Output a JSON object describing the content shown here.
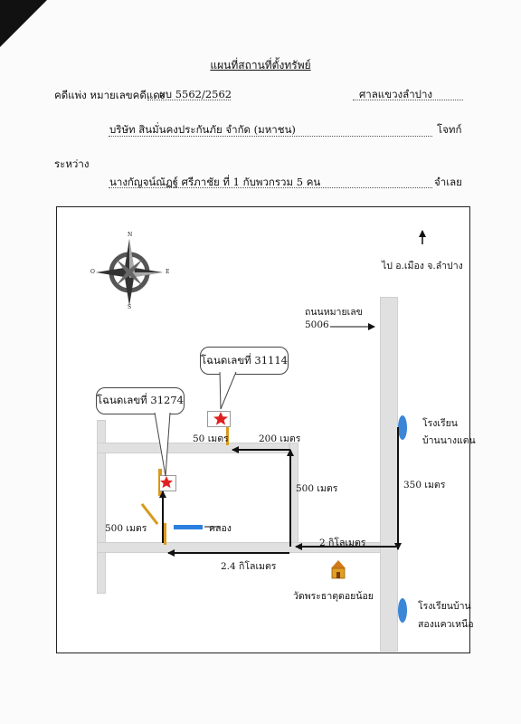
{
  "header": {
    "title": "แผนที่สถานที่ตั้งทรัพย์",
    "case_label": "คดีแพ่ง  หมายเลขคดีแดง",
    "case_number": "ผบ 5562/2562",
    "court": "ศาลแขวงลำปาง",
    "plaintiff": "บริษัท สินมั่นคงประกันภัย จำกัด (มหาชน)",
    "plaintiff_role": "โจทก์",
    "between_label": "ระหว่าง",
    "defendant": "นางกัญจน์ณัฏฐ์  ศรีภาชัย ที่ 1 กับพวกรวม 5 คน",
    "defendant_role": "จำเลย"
  },
  "map": {
    "compass": {
      "n": "N",
      "s": "S",
      "e": "E",
      "w": "O"
    },
    "to_city": "ไป อ.เมือง จ.ลำปาง",
    "highway_label_1": "ถนนหมายเลข",
    "highway_label_2": "5006",
    "deed_31114": "โฉนดเลขที่ 31114",
    "deed_31274": "โฉนดเลขที่ 31274",
    "d_50m": "50 เมตร",
    "d_200m": "200 เมตร",
    "d_500m_right": "500 เมตร",
    "d_500m_left": "500 เมตร",
    "d_350m": "350 เมตร",
    "d_2km": "2 กิโลเมตร",
    "d_24km": "2.4 กิโลเมตร",
    "canal": "คลอง",
    "school1_line1": "โรงเรียน",
    "school1_line2": "บ้านนางแตน",
    "school2_line1": "โรงเรียนบ้าน",
    "school2_line2": "สองแควเหนือ",
    "temple": "วัดพระธาตุดอยน้อย"
  }
}
